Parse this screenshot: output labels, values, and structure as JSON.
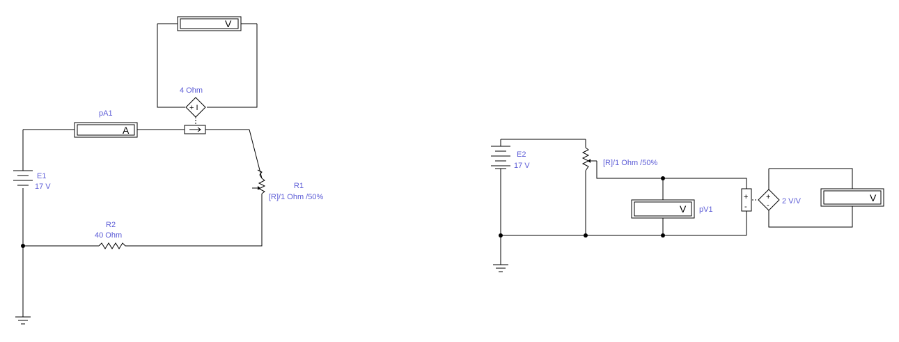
{
  "circuit_left": {
    "voltmeter_top": {
      "unit": "V"
    },
    "ammeter": {
      "label": "pA1",
      "unit": "A"
    },
    "ccvs": {
      "gain": "4  Ohm",
      "symbol": "+ I"
    },
    "battery": {
      "label": "E1",
      "value": "17 V"
    },
    "potentiometer": {
      "label": "R1",
      "value": "[R]/1  Ohm /50%"
    },
    "resistor": {
      "label": "R2",
      "value": "40  Ohm"
    }
  },
  "circuit_right": {
    "battery": {
      "label": "E2",
      "value": "17 V"
    },
    "potentiometer": {
      "value": "[R]/1  Ohm /50%"
    },
    "voltmeter_probe": {
      "label": "pV1",
      "unit": "V"
    },
    "vcvs": {
      "gain": "2 V/V",
      "plus": "+",
      "minus": "-"
    },
    "voltmeter_out": {
      "unit": "V"
    }
  },
  "colors": {
    "wire": "#000000",
    "label": "#5b5bd6",
    "background": "#ffffff"
  }
}
